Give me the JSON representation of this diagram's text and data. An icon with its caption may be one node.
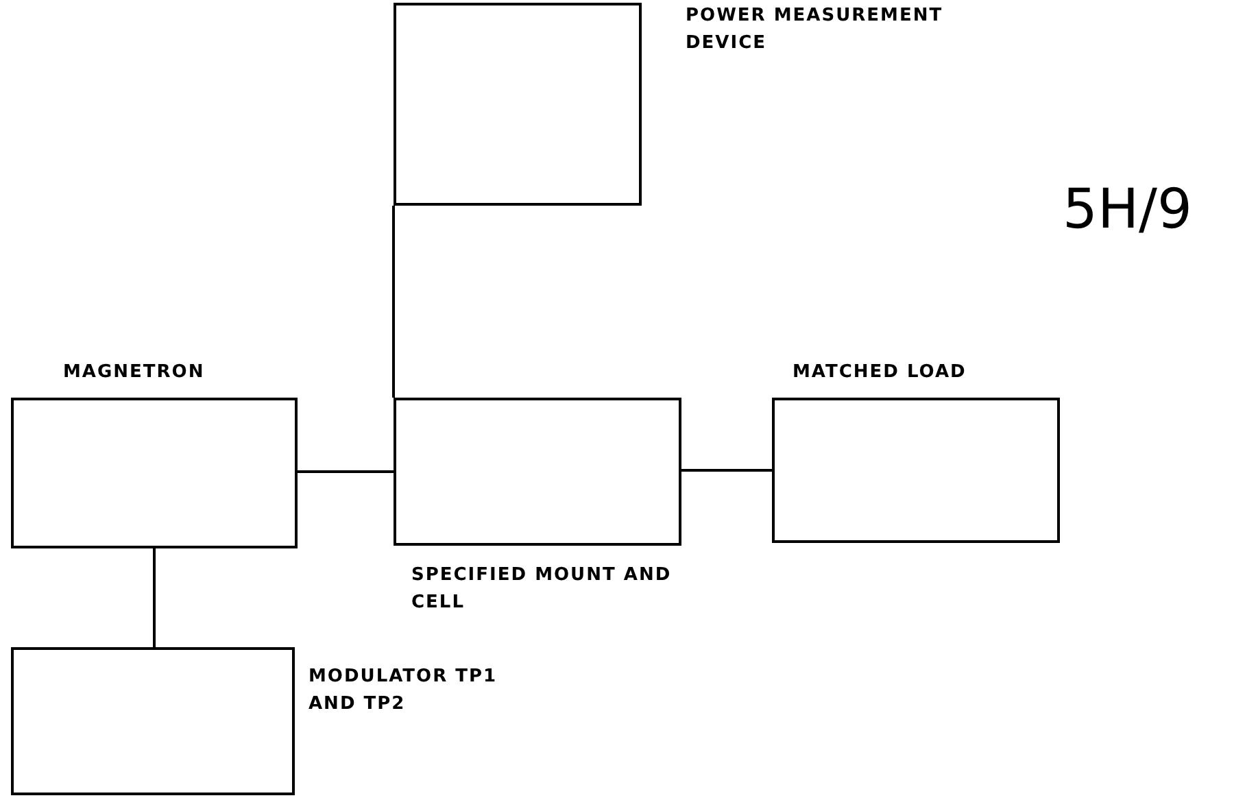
{
  "diagram": {
    "nodes": [
      {
        "text": [
          "POWER MEASUREMENT DEVICE"
        ]
      },
      {
        "text": [
          "MAGNETRON"
        ]
      },
      {
        "text": [
          "SPECIFIED MOUNT AND CELL"
        ]
      },
      {
        "text": [
          "MATCHED LOAD"
        ]
      },
      {
        "text": [
          "MODULATOR TP1 AND TP2"
        ]
      }
    ],
    "edges": [
      {
        "from": 0,
        "to": 2,
        "arrow": "none"
      },
      {
        "from": 1,
        "to": 2,
        "arrow": "none"
      },
      {
        "from": 2,
        "to": 3,
        "arrow": "none"
      },
      {
        "from": 1,
        "to": 4,
        "arrow": "none"
      }
    ],
    "labels": [
      "5H/9"
    ]
  }
}
